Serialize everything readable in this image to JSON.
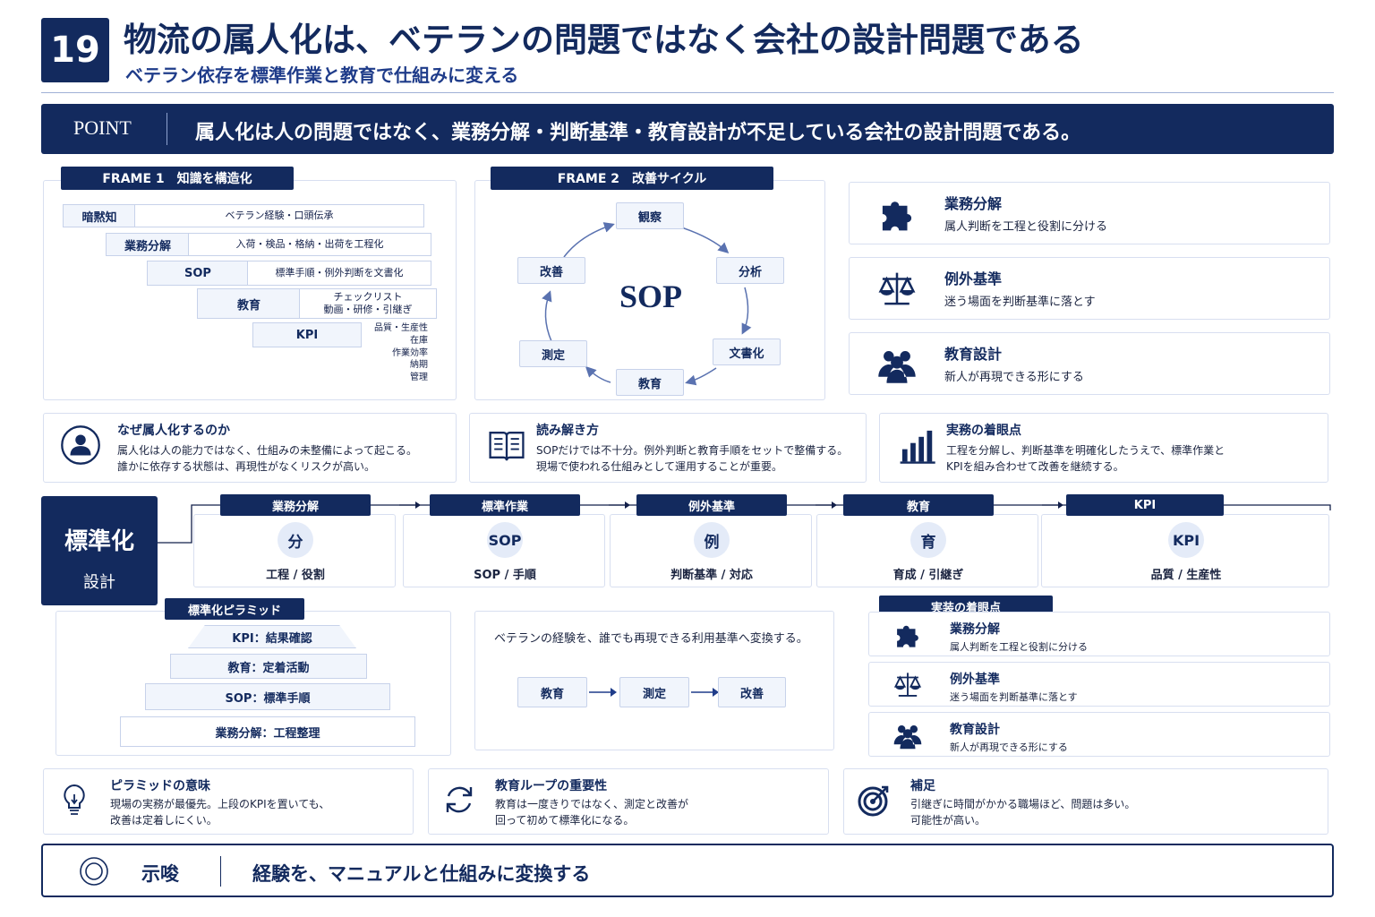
{
  "header": {
    "number": "19",
    "title": "物流の属人化は、ベテランの問題ではなく会社の設計問題である",
    "subtitle": "ベテラン依存を標準作業と教育で仕組みに変える"
  },
  "point": {
    "label": "POINT",
    "text": "属人化は人の問題ではなく、業務分解・判断基準・教育設計が不足している会社の設計問題である。"
  },
  "frame1": {
    "label": "FRAME 1　知識を構造化",
    "rows": [
      {
        "key": "暗黙知",
        "value": "ベテラン経験・口頭伝承"
      },
      {
        "key": "業務分解",
        "value": "入荷・検品・格納・出荷を工程化"
      },
      {
        "key": "SOP",
        "value": "標準手順・例外判断を文書化"
      },
      {
        "key": "教育",
        "value": "チェックリスト\n動画・研修・引継ぎ"
      },
      {
        "key": "KPI",
        "value": "品質・生産性\n在庫\n作業効率\n納期\n管理"
      }
    ]
  },
  "frame2": {
    "label": "FRAME 2　改善サイクル",
    "center": "SOP",
    "nodes": [
      "観察",
      "分析",
      "文書化",
      "教育",
      "測定",
      "改善"
    ]
  },
  "right_cards": [
    {
      "icon": "puzzle-icon",
      "title": "業務分解",
      "desc": "属人判断を工程と役割に分ける"
    },
    {
      "icon": "scale-icon",
      "title": "例外基準",
      "desc": "迷う場面を判断基準に落とす"
    },
    {
      "icon": "people-icon",
      "title": "教育設計",
      "desc": "新人が再現できる形にする"
    }
  ],
  "info_cards": [
    {
      "icon": "person-icon",
      "title": "なぜ属人化するのか",
      "line1": "属人化は人の能力ではなく、仕組みの未整備によって起こる。",
      "line2": "誰かに依存する状態は、再現性がなくリスクが高い。"
    },
    {
      "icon": "book-icon",
      "title": "読み解き方",
      "line1": "SOPだけでは不十分。例外判断と教育手順をセットで整備する。",
      "line2": "現場で使われる仕組みとして運用することが重要。"
    },
    {
      "icon": "bar-chart-icon",
      "title": "実務の着眼点",
      "line1": "工程を分解し、判断基準を明確化したうえで、標準作業と",
      "line2": "KPIを組み合わせて改善を継続する。"
    }
  ],
  "standard": {
    "title": "標準化",
    "subtitle": "設計",
    "steps": [
      {
        "label": "業務分解",
        "circle": "分",
        "desc": "工程 / 役割"
      },
      {
        "label": "標準作業",
        "circle": "SOP",
        "desc": "SOP / 手順"
      },
      {
        "label": "例外基準",
        "circle": "例",
        "desc": "判断基準 / 対応"
      },
      {
        "label": "教育",
        "circle": "育",
        "desc": "育成 / 引継ぎ"
      },
      {
        "label": "KPI",
        "circle": "KPI",
        "desc": "品質 / 生産性"
      }
    ]
  },
  "pyramid": {
    "label": "標準化ピラミッド",
    "levels": [
      "KPI：結果確認",
      "教育：定着活動",
      "SOP：標準手順",
      "業務分解：工程整理"
    ]
  },
  "flow": {
    "text": "ベテランの経験を、誰でも再現できる利用基準へ変換する。",
    "steps": [
      "教育",
      "測定",
      "改善"
    ]
  },
  "impl": {
    "label": "実装の着眼点",
    "items": [
      {
        "icon": "puzzle-icon",
        "title": "業務分解",
        "desc": "属人判断を工程と役割に分ける"
      },
      {
        "icon": "scale-icon",
        "title": "例外基準",
        "desc": "迷う場面を判断基準に落とす"
      },
      {
        "icon": "people-icon",
        "title": "教育設計",
        "desc": "新人が再現できる形にする"
      }
    ]
  },
  "bottom_cards": [
    {
      "icon": "lightbulb-icon",
      "title": "ピラミッドの意味",
      "line1": "現場の実務が最優先。上段のKPIを置いても、",
      "line2": "改善は定着しにくい。"
    },
    {
      "icon": "cycle-icon",
      "title": "教育ループの重要性",
      "line1": "教育は一度きりではなく、測定と改善が",
      "line2": "回って初めて標準化になる。"
    },
    {
      "icon": "target-icon",
      "title": "補足",
      "line1": "引継ぎに時間がかかる職場ほど、問題は多い。",
      "line2": "可能性が高い。"
    }
  ],
  "footer": {
    "label": "示唆",
    "text": "経験を、マニュアルと仕組みに変換する"
  },
  "colors": {
    "navy": "#132a5e",
    "accent": "#1f3c8a",
    "light": "#f1f5fc",
    "border": "#d8dff0"
  }
}
